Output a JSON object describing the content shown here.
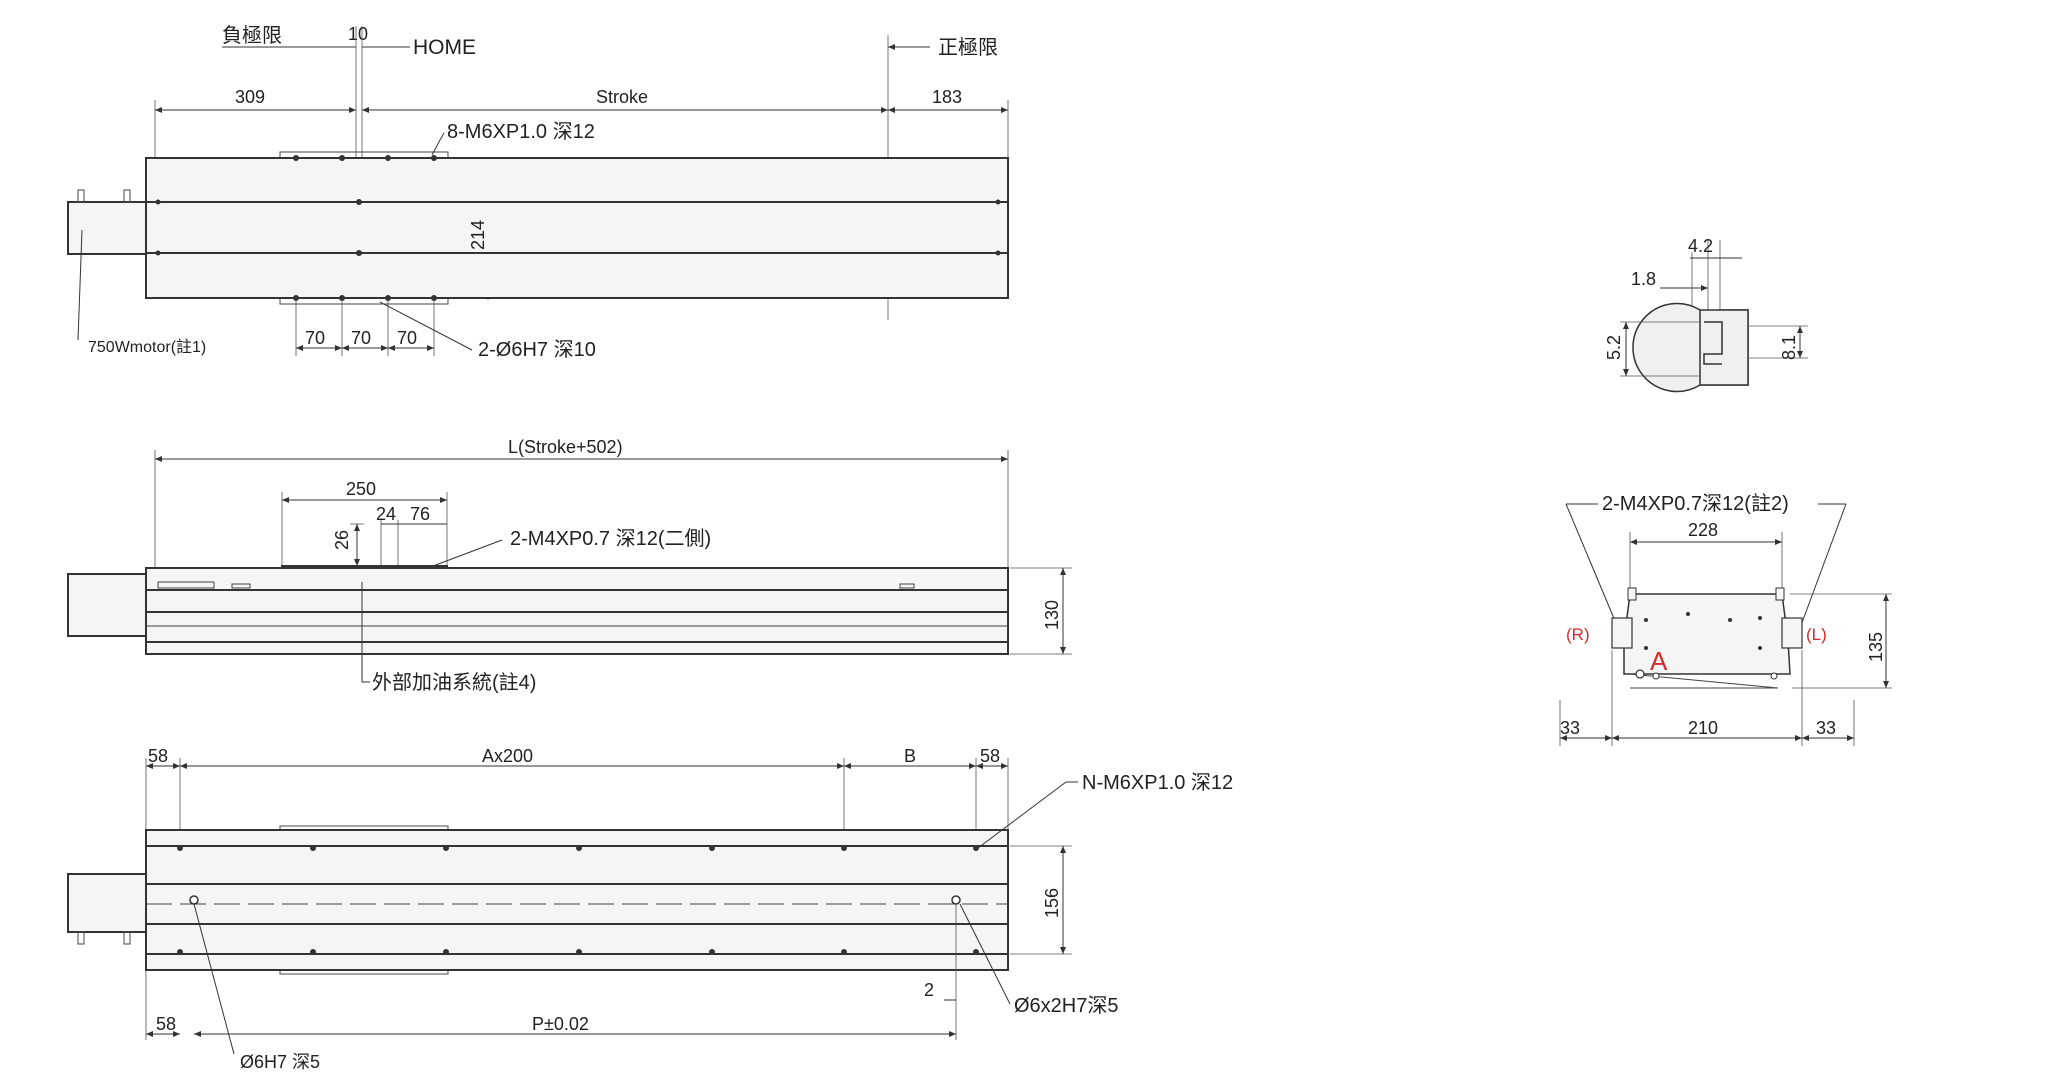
{
  "top_view": {
    "neg_limit": "負極限",
    "dim_10": "10",
    "home": "HOME",
    "pos_limit": "正極限",
    "dim_309": "309",
    "stroke": "Stroke",
    "dim_183": "183",
    "carriage_thread": "8-M6XP1.0 深12",
    "dim_214": "214",
    "motor": "750Wmotor(註1)",
    "dim_70a": "70",
    "dim_70b": "70",
    "dim_70c": "70",
    "pin_hole": "2-Ø6H7 深10"
  },
  "side_view": {
    "length": "L(Stroke+502)",
    "dim_250": "250",
    "dim_24": "24",
    "dim_76": "76",
    "dim_26": "26",
    "side_thread": "2-M4XP0.7  深12(二側)",
    "dim_130": "130",
    "oil": "外部加油系統(註4)"
  },
  "bottom_view": {
    "dim_58a": "58",
    "ax200": "Ax200",
    "b": "B",
    "dim_58b": "58",
    "base_thread": "N-M6XP1.0 深12",
    "dim_156": "156",
    "dim_2": "2",
    "dowel": "Ø6x2H7深5",
    "dim_58c": "58",
    "pitch": "P±0.02",
    "hole_note": "Ø6H7 深5"
  },
  "slot_detail": {
    "dim_4_2": "4.2",
    "dim_1_8": "1.8",
    "dim_5_2": "5.2",
    "dim_8_1": "8.1"
  },
  "end_view": {
    "thread": "2-M4XP0.7深12(註2)",
    "dim_228": "228",
    "left_mark": "(R)",
    "right_mark": "(L)",
    "dim_135": "135",
    "mark_a": "A",
    "dim_33a": "33",
    "dim_210": "210",
    "dim_33b": "33",
    "accent_color": "#d62a2a"
  }
}
